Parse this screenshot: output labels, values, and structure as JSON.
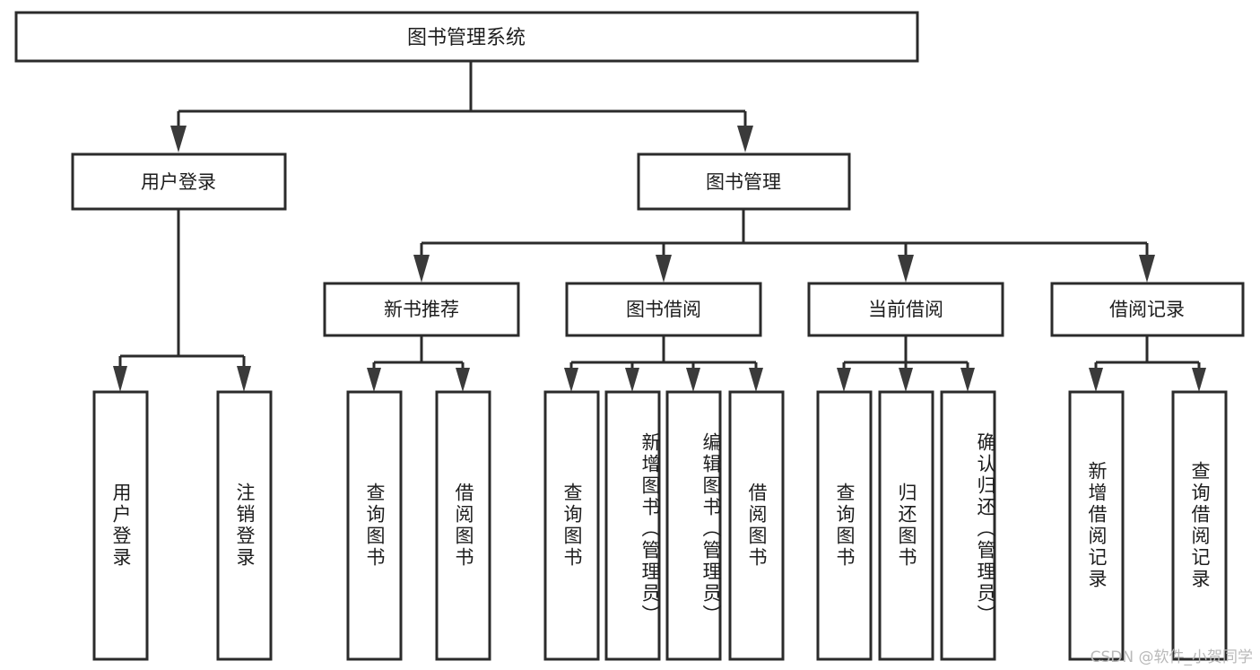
{
  "diagram": {
    "title": "图书管理系统",
    "type": "hierarchical-tree",
    "watermark": "CSDN @软件_小贺同学",
    "colors": {
      "background": "#ffffff",
      "box_border": "#2b2b2b",
      "box_fill": "#ffffff",
      "connector": "#2b2b2b",
      "arrow": "#3a3a3a",
      "text": "#1d1d1d",
      "watermark": "#b9b9b9"
    },
    "root": {
      "label": "图书管理系统"
    },
    "level2": [
      {
        "label": "用户登录"
      },
      {
        "label": "图书管理"
      }
    ],
    "level3": [
      {
        "label": "新书推荐"
      },
      {
        "label": "图书借阅"
      },
      {
        "label": "当前借阅"
      },
      {
        "label": "借阅记录"
      }
    ],
    "leaves": {
      "user_login": [
        {
          "label": "用户登录"
        },
        {
          "label": "注销登录"
        }
      ],
      "new_book_recommend": [
        {
          "label": "查询图书"
        },
        {
          "label": "借阅图书"
        }
      ],
      "book_borrow": [
        {
          "label": "查询图书"
        },
        {
          "label": "新增图书（管理员）"
        },
        {
          "label": "编辑图书（管理员）"
        },
        {
          "label": "借阅图书"
        }
      ],
      "current_borrow": [
        {
          "label": "查询图书"
        },
        {
          "label": "归还图书"
        },
        {
          "label": "确认归还（管理员）"
        }
      ],
      "borrow_record": [
        {
          "label": "新增借阅记录"
        },
        {
          "label": "查询借阅记录"
        }
      ]
    }
  }
}
